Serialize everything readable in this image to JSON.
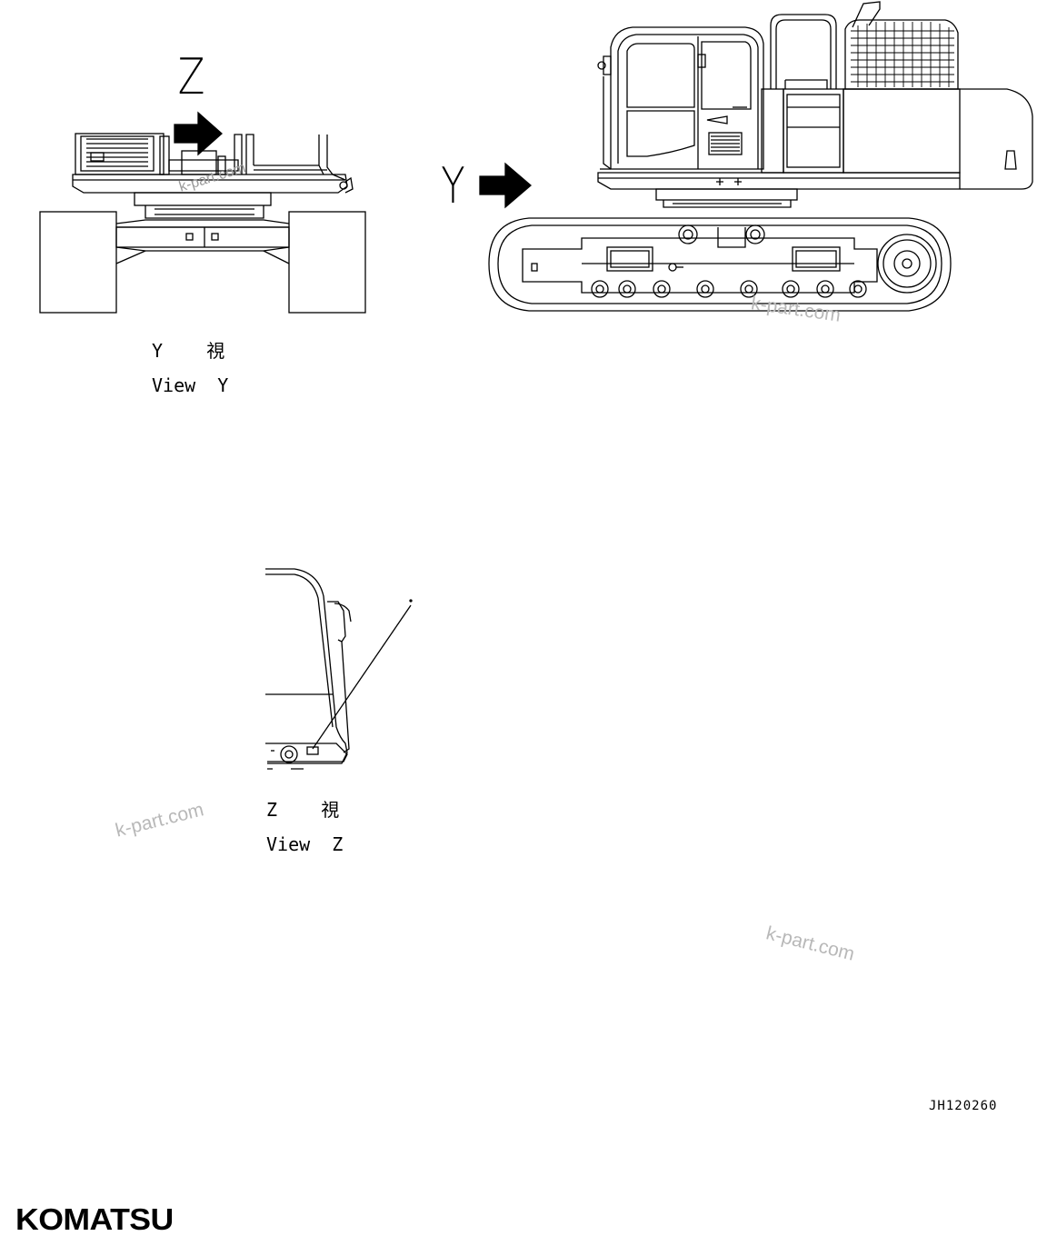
{
  "view_letters": {
    "z_top": "Z",
    "y_side": "Y"
  },
  "captions": {
    "view_y_jp": "Y    視",
    "view_y_en": "View  Y",
    "view_z_jp": "Z    視",
    "view_z_en": "View  Z"
  },
  "drawing_id": "JH120260",
  "logo": "KOMATSU",
  "watermark": "k-part.com",
  "colors": {
    "line": "#000000",
    "watermark": "#b8b8b8",
    "background": "#ffffff"
  },
  "icons": {
    "direction_arrow": "right-arrow-icon"
  }
}
